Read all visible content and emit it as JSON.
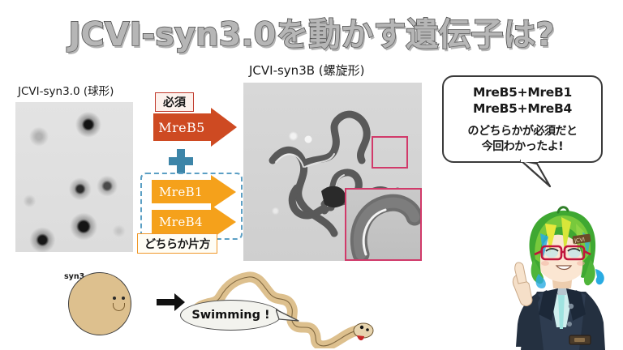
{
  "slide": {
    "title": "JCVI-syn3.0を動かす遺伝子は?",
    "background_color": "#ffffff"
  },
  "panels": {
    "left": {
      "caption": "JCVI-syn3.0 (球形)",
      "image_name": "electron-micrograph-syn3-0",
      "description": "dark round cells on light gray field"
    },
    "right": {
      "caption": "JCVI-syn3B (螺旋形)",
      "image_name": "electron-micrograph-syn3b",
      "description": "helical filamentous cells, magenta inset boxes",
      "inset_box_color": "#d13a6a"
    }
  },
  "gene_diagram": {
    "required_badge": "必須",
    "either_badge": "どちらか片方",
    "plus_symbol": "+",
    "arrows": [
      {
        "label": "MreB5",
        "color": "#ce4a22",
        "group": "required"
      },
      {
        "label": "MreB1",
        "color": "#f5a11b",
        "group": "either"
      },
      {
        "label": "MreB4",
        "color": "#f5a11b",
        "group": "either"
      }
    ],
    "dashed_box_color": "#5b9fc4",
    "plus_color": "#3d85a8",
    "required_border_color": "#c0392b",
    "either_border_color": "#f0982a"
  },
  "speech_bubble": {
    "line1": "MreB5+MreB1",
    "line2": "MreB5+MreB4",
    "line3": "のどちらかが必須だと",
    "line4": "今回わかったよ!",
    "border_color": "#3a3a3a"
  },
  "bottom_scene": {
    "cell_label": "syn3",
    "cell_color": "#ddc08e",
    "arrow_symbol": "→",
    "swimmer_bubble_text": "Swimming !",
    "swimmer_color": "#ddc08e"
  },
  "character": {
    "name": "anime-mascot-character",
    "hair_colors": [
      "#7ac943",
      "#e8e83c",
      "#29abe2"
    ],
    "glasses_color": "#c0143c",
    "jacket_color": "#243040",
    "tie_color": "#9fe3e0"
  }
}
